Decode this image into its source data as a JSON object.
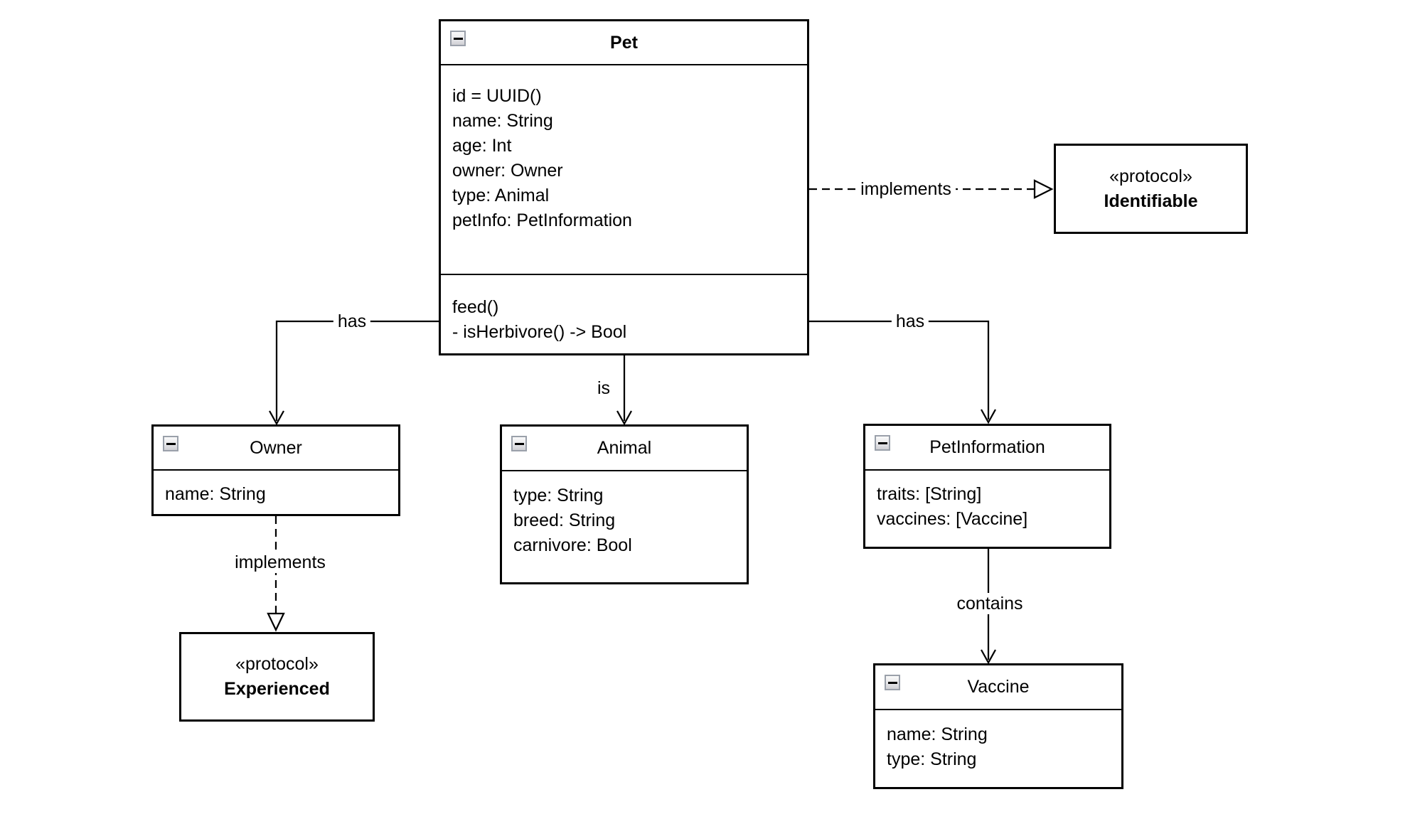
{
  "canvas": {
    "background": "#ffffff",
    "line_color": "#000000"
  },
  "classes": {
    "pet": {
      "title": "Pet",
      "attributes": [
        "id = UUID()",
        "name: String",
        "age: Int",
        "owner: Owner",
        "type: Animal",
        "petInfo: PetInformation"
      ],
      "methods": [
        "feed()",
        "- isHerbivore() -> Bool"
      ]
    },
    "owner": {
      "title": "Owner",
      "attributes": [
        "name: String"
      ]
    },
    "animal": {
      "title": "Animal",
      "attributes": [
        "type: String",
        "breed: String",
        "carnivore: Bool"
      ]
    },
    "petInformation": {
      "title": "PetInformation",
      "attributes": [
        "traits: [String]",
        "vaccines: [Vaccine]"
      ]
    },
    "vaccine": {
      "title": "Vaccine",
      "attributes": [
        "name: String",
        "type: String"
      ]
    },
    "identifiable": {
      "stereotype": "«protocol»",
      "title": "Identifiable"
    },
    "experienced": {
      "stereotype": "«protocol»",
      "title": "Experienced"
    }
  },
  "edges": {
    "pet_owner": {
      "label": "has"
    },
    "pet_animal": {
      "label": "is"
    },
    "pet_petInformation": {
      "label": "has"
    },
    "pet_identifiable": {
      "label": "implements"
    },
    "owner_experienced": {
      "label": "implements"
    },
    "petInformation_vaccine": {
      "label": "contains"
    }
  },
  "icons": {
    "collapse_minus": {
      "glyph": "−",
      "border_color": "#9aa0aa",
      "fill_top": "#fafafa",
      "fill_bottom": "#cfcfd4",
      "glyph_color": "#000000"
    }
  }
}
